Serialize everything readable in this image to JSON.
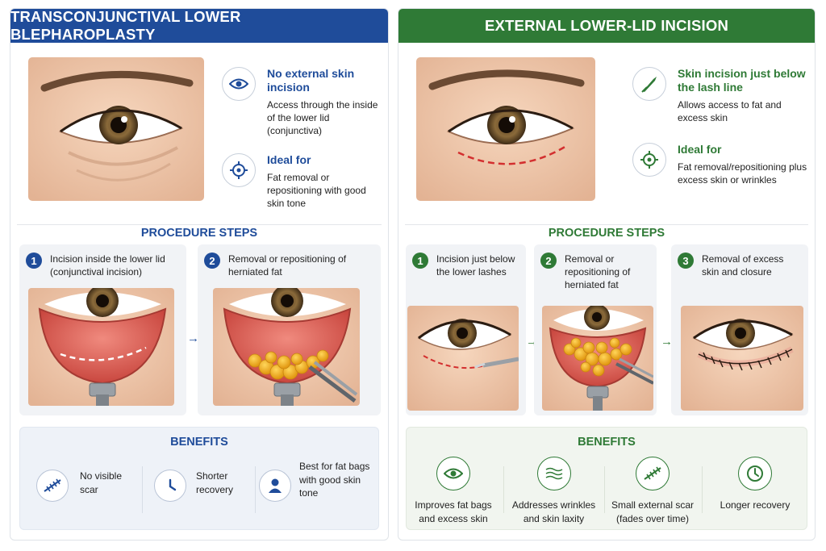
{
  "left": {
    "title": "TRANSCONJUNCTIVAL LOWER BLEPHAROPLASTY",
    "features": [
      {
        "icon": "eye-icon",
        "title": "No external skin incision",
        "desc": "Access through the inside of the lower lid (conjunctiva)"
      },
      {
        "icon": "target-icon",
        "title": "Ideal for",
        "desc": "Fat removal or repositioning with good skin tone"
      }
    ],
    "steps_title": "PROCEDURE STEPS",
    "steps": [
      {
        "num": "1",
        "label": "Incision inside the lower lid (conjunctival incision)"
      },
      {
        "num": "2",
        "label": "Removal or repositioning of herniated fat"
      }
    ],
    "arrow": "→",
    "benefits_title": "BENEFITS",
    "benefits": [
      {
        "icon": "suture-icon",
        "label": "No visible scar"
      },
      {
        "icon": "clock-icon",
        "label": "Shorter recovery"
      },
      {
        "icon": "person-icon",
        "label": "Best for fat bags with good skin tone"
      }
    ]
  },
  "right": {
    "title": "EXTERNAL LOWER-LID INCISION",
    "features": [
      {
        "icon": "scalpel-icon",
        "title": "Skin incision just below the lash line",
        "desc": "Allows access to fat and excess skin"
      },
      {
        "icon": "target-icon",
        "title": "Ideal for",
        "desc": "Fat removal/repositioning plus excess skin or wrinkles"
      }
    ],
    "steps_title": "PROCEDURE STEPS",
    "steps": [
      {
        "num": "1",
        "label": "Incision just below the lower lashes"
      },
      {
        "num": "2",
        "label": "Removal or repositioning of herniated fat"
      },
      {
        "num": "3",
        "label": "Removal of excess skin and closure"
      }
    ],
    "arrow": "→",
    "benefits_title": "BENEFITS",
    "benefits": [
      {
        "icon": "eye-icon",
        "label": "Improves fat bags and excess skin"
      },
      {
        "icon": "waves-icon",
        "label": "Addresses wrinkles and skin laxity"
      },
      {
        "icon": "suture-icon",
        "label": "Small external scar (fades over time)"
      },
      {
        "icon": "clock-icon",
        "label": "Longer recovery"
      }
    ]
  },
  "colors": {
    "left_accent": "#1f4c9a",
    "right_accent": "#2f7a36",
    "incision": "#d32f2f"
  }
}
